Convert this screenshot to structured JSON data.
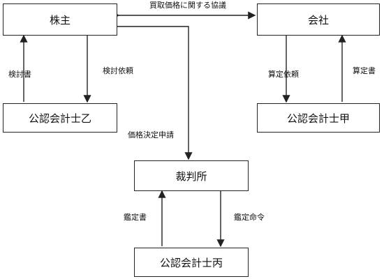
{
  "nodes": {
    "shareholder": "株主",
    "company": "会社",
    "cpa_otsu": "公認会計士乙",
    "cpa_kou": "公認会計士甲",
    "court": "裁判所",
    "cpa_hei": "公認会計士丙"
  },
  "edges": {
    "negotiation": "買取価格に関する協議",
    "review_report": "検討書",
    "review_request": "検討依頼",
    "calc_request": "算定依頼",
    "calc_report": "算定書",
    "price_petition": "価格決定申請",
    "appraisal_report": "鑑定書",
    "appraisal_order": "鑑定命令"
  }
}
